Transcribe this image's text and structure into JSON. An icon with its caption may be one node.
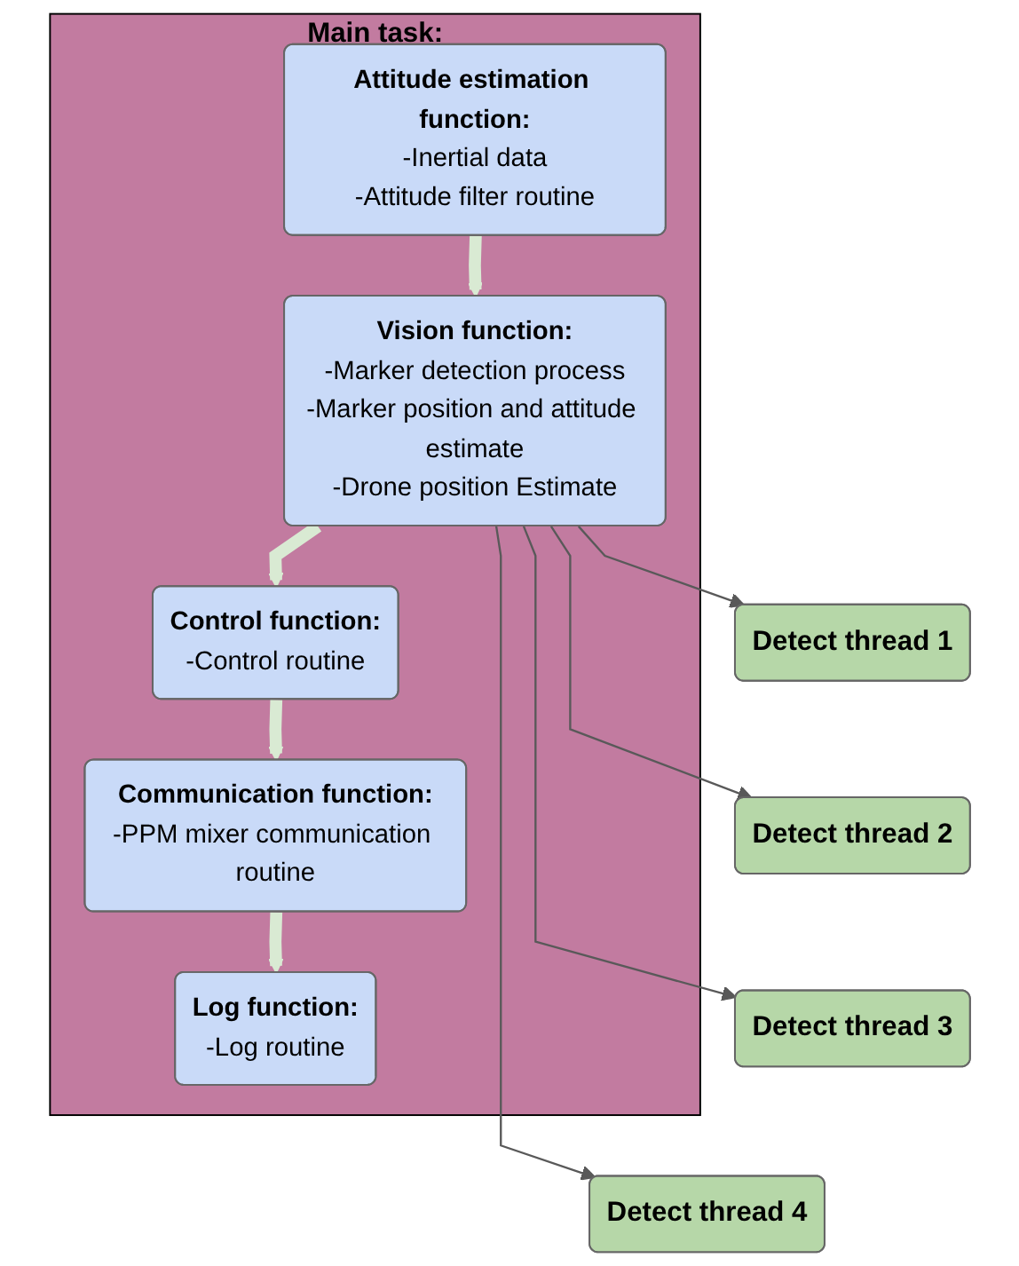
{
  "diagram": {
    "nodes": [
      {
        "text": [
          "Main task:"
        ]
      },
      {
        "text": [
          "Attitude estimation function:",
          "-Inertial data",
          "-Attitude filter routine"
        ],
        "in": 0
      },
      {
        "text": [
          "Vision function:",
          "-Marker detection process",
          "-Marker position and attitude estimate",
          "-Drone position Estimate"
        ],
        "in": 0
      },
      {
        "text": [
          "Control function:",
          "-Control routine"
        ],
        "in": 0
      },
      {
        "text": [
          "Communication function:",
          "-PPM mixer communication routine"
        ],
        "in": 0
      },
      {
        "text": [
          "Log function:",
          "-Log routine"
        ],
        "in": 0
      },
      {
        "text": [
          "Detect thread 1"
        ]
      },
      {
        "text": [
          "Detect thread 2"
        ]
      },
      {
        "text": [
          "Detect thread 3"
        ]
      },
      {
        "text": [
          "Detect thread 4"
        ]
      }
    ],
    "edges": [
      {
        "from": 1,
        "to": 2,
        "arrow": "to",
        "style": "thick",
        "color": "#d9ead3"
      },
      {
        "from": 2,
        "to": 3,
        "arrow": "to",
        "style": "thick",
        "color": "#d9ead3"
      },
      {
        "from": 3,
        "to": 4,
        "arrow": "to",
        "style": "thick",
        "color": "#d9ead3"
      },
      {
        "from": 4,
        "to": 5,
        "arrow": "to",
        "style": "thick",
        "color": "#d9ead3"
      },
      {
        "from": 2,
        "to": 6,
        "arrow": "to",
        "color": "#595959"
      },
      {
        "from": 2,
        "to": 7,
        "arrow": "to",
        "color": "#595959"
      },
      {
        "from": 2,
        "to": 8,
        "arrow": "to",
        "color": "#595959"
      },
      {
        "from": 2,
        "to": 9,
        "arrow": "to",
        "color": "#595959"
      }
    ]
  }
}
